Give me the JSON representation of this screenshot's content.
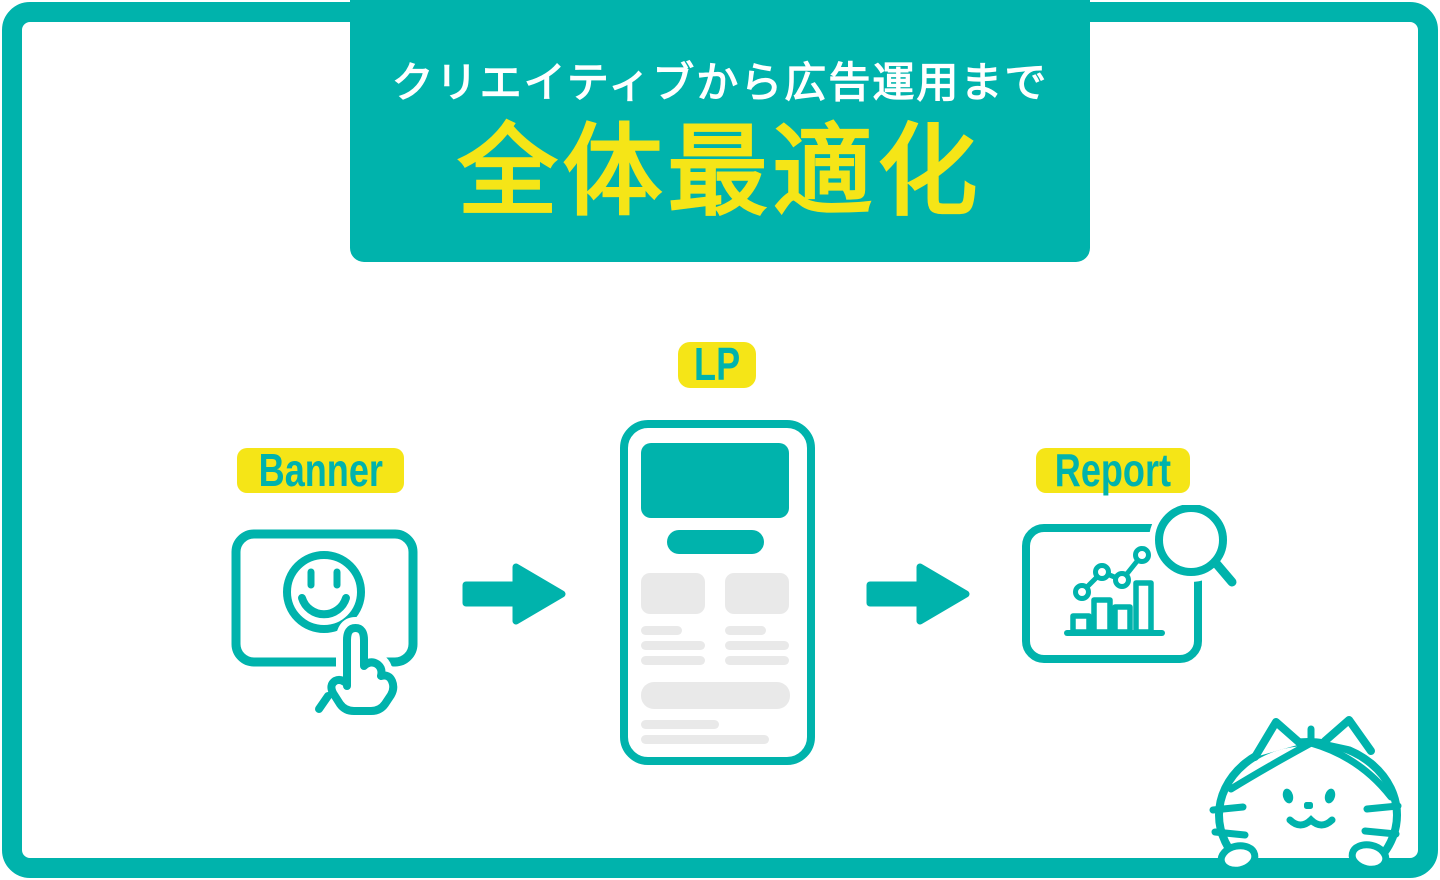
{
  "header": {
    "subtitle": "クリエイティブから広告運用まで",
    "title": "全体最適化"
  },
  "flow": {
    "steps": [
      {
        "id": "banner",
        "label": "Banner",
        "icon": "banner-smiley-tap-icon"
      },
      {
        "id": "lp",
        "label": "LP",
        "icon": "landing-page-mockup-icon"
      },
      {
        "id": "report",
        "label": "Report",
        "icon": "report-chart-magnifier-icon"
      }
    ],
    "connector_icon": "arrow-right-icon"
  },
  "mascot": {
    "icon": "cat-mascot-illustration"
  },
  "colors": {
    "teal": "#00b3ac",
    "yellow": "#f5e517",
    "light_gray": "#e9e9e9",
    "white": "#ffffff"
  }
}
